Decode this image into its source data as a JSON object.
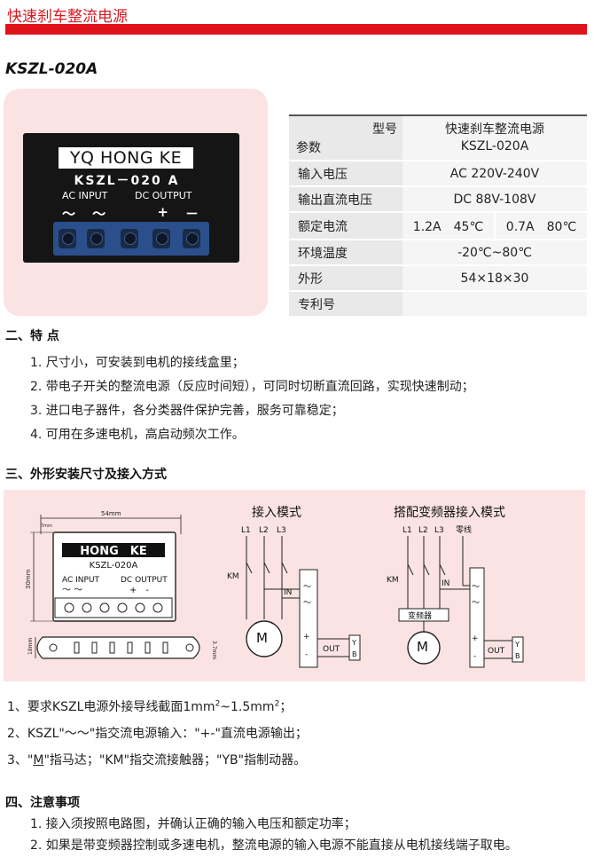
{
  "header": {
    "title": "快速刹车整流电源"
  },
  "model": "KSZL-020A",
  "device": {
    "brand": "YQ HONG KE",
    "model": "KSZL－020 A",
    "ac_label": "AC INPUT",
    "dc_label": "DC OUTPUT",
    "symbols": [
      "～",
      "～",
      "+",
      "－"
    ]
  },
  "spec_table": {
    "corner_top": "型号",
    "corner_bottom": "参数",
    "product_name": "快速刹车整流电源",
    "product_model": "KSZL-020A",
    "rows": [
      {
        "label": "输入电压",
        "value": "AC 220V-240V"
      },
      {
        "label": "输出直流电压",
        "value": "DC 88V-108V"
      },
      {
        "label": "额定电流",
        "values": [
          "1.2A　45℃",
          "0.7A　80℃"
        ]
      },
      {
        "label": "环境温度",
        "value": "-20℃~80℃"
      },
      {
        "label": "外形",
        "value": "54×18×30"
      },
      {
        "label": "专利号",
        "value": ""
      }
    ]
  },
  "features": {
    "title": "二、特 点",
    "items": [
      "1. 尺寸小，可安装到电机的接线盒里；",
      "2. 带电子开关的整流电源（反应时间短），可同时切断直流回路，实现快速制动；",
      "3. 进口电子器件，各分类器件保护完善，服务可靠稳定；",
      "4. 可用在多速电机，高启动频次工作。"
    ]
  },
  "dimensions": {
    "title": "三、外形安装尺寸及接入方式",
    "width_label": "54mm",
    "small_label": "7mm",
    "height_label": "30mm",
    "base_label": "18mm",
    "hole_label": "3.7mm",
    "brand": "HONG　KE",
    "model": "KSZL-020A",
    "ac_label": "AC INPUT",
    "dc_label": "DC OUTPUT",
    "wiring_title": "接入模式",
    "vfd_title": "搭配变频器接入模式",
    "l1": "L1",
    "l2": "L2",
    "l3": "L3",
    "neutral": "零线",
    "km": "KM",
    "in": "IN",
    "out": "OUT",
    "yb_y": "Y",
    "yb_b": "B",
    "motor": "M",
    "vfd": "变频器",
    "plus": "+",
    "minus": "-"
  },
  "notes": {
    "n1_pre": "1、要求KSZL电源外接导线截面1mm",
    "n1_mid": "~1.5mm",
    "n1_end": "；",
    "sup": "2",
    "n2": "2、KSZL\"～～\"指交流电源输入：\"+-\"直流电源输出；",
    "n3_pre": "3、\"",
    "n3_m": "M",
    "n3_post": "\"指马达；\"KM\"指交流接触器；\"YB\"指制动器。"
  },
  "precautions": {
    "title": "四、注意事项",
    "items": [
      "1. 接入须按照电路图，并确认正确的输入电压和额定功率；",
      "2. 如果是带变频器控制或多速电机，整流电源的输入电源不能直接从电机接线端子取电。"
    ]
  },
  "colors": {
    "accent": "#e0121a",
    "panel": "#fbe3e3",
    "terminal": "#2b4f8c"
  }
}
